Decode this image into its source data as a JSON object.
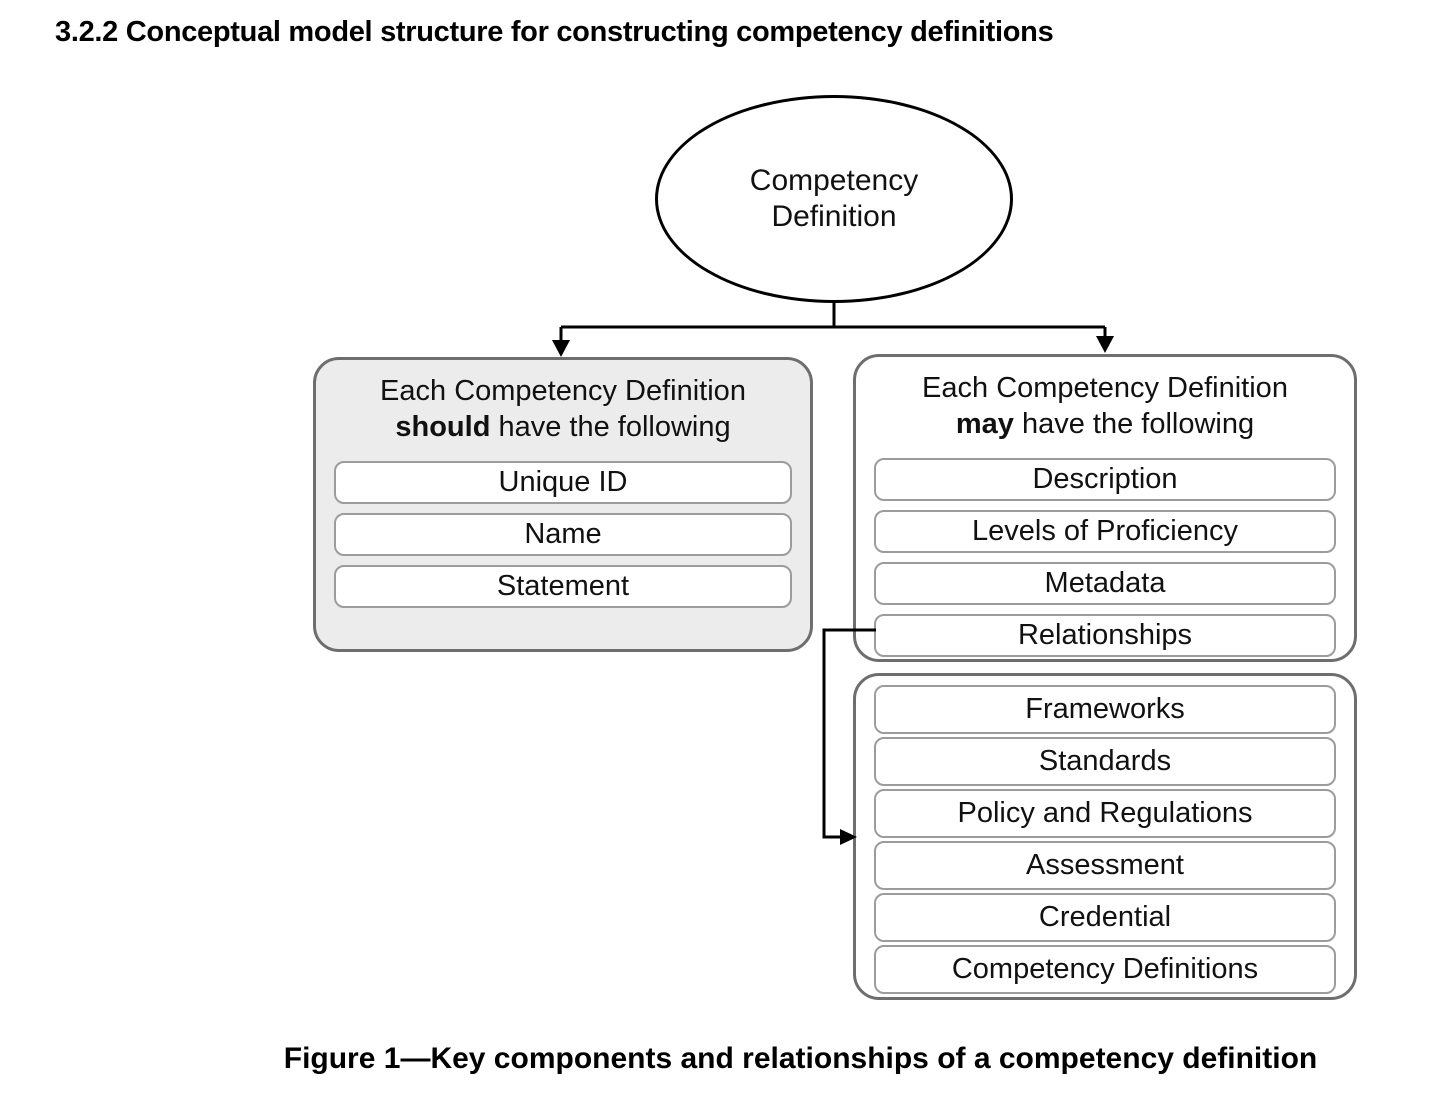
{
  "page": {
    "heading": "3.2.2 Conceptual model structure for constructing competency definitions",
    "caption": "Figure 1—Key components and relationships of a competency definition"
  },
  "diagram": {
    "root": {
      "lines": [
        "Competency",
        "Definition"
      ]
    },
    "should_box": {
      "title_line1": "Each Competency Definition",
      "keyword": "should",
      "title_rest": " have the following",
      "items": [
        "Unique ID",
        "Name",
        "Statement"
      ]
    },
    "may_box": {
      "title_line1": "Each Competency Definition",
      "keyword": "may",
      "title_rest": " have the following",
      "items": [
        "Description",
        "Levels of Proficiency",
        "Metadata",
        "Relationships"
      ]
    },
    "relationships_box": {
      "items": [
        "Frameworks",
        "Standards",
        "Policy and Regulations",
        "Assessment",
        "Credential",
        "Competency Definitions"
      ]
    }
  },
  "colors": {
    "outer_border": "#6e6e6e",
    "pill_border": "#9c9c9c",
    "should_fill": "#ececec",
    "line": "#000000"
  }
}
